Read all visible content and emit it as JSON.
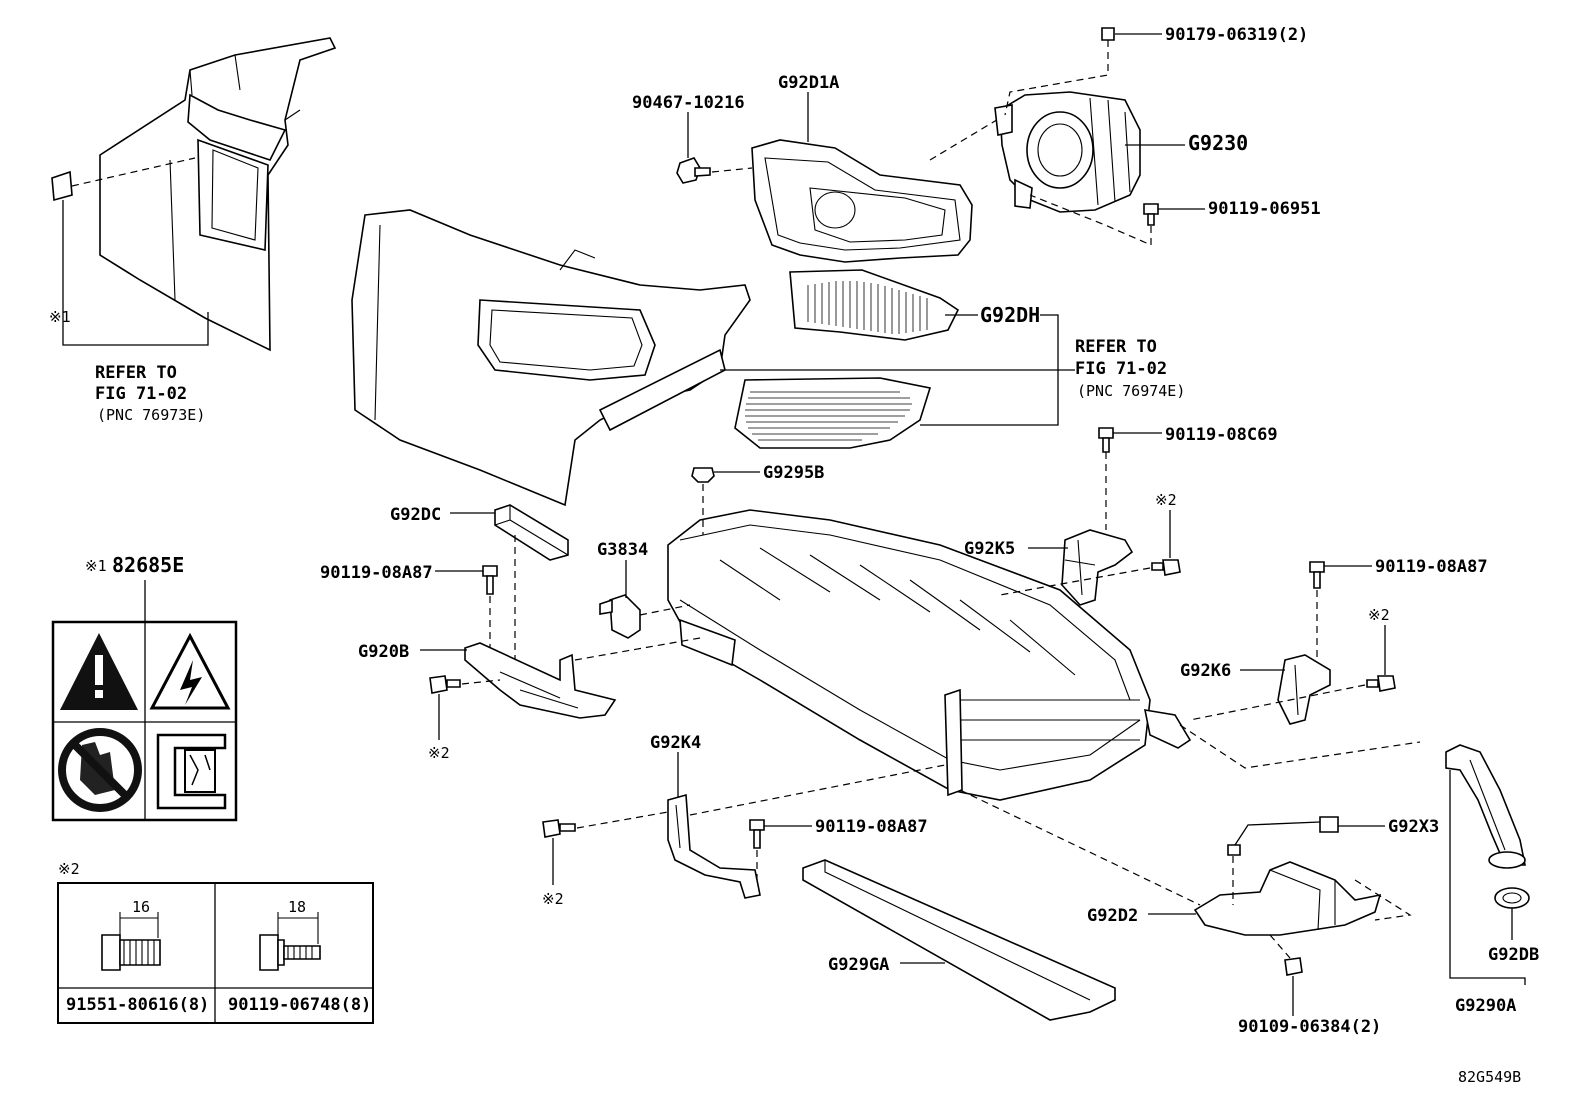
{
  "diagram_id": "82G549B",
  "labels": {
    "p90179": "90179-06319(2)",
    "g92d1a": "G92D1A",
    "p90467": "90467-10216",
    "g9230": "G9230",
    "p90119_06951": "90119-06951",
    "g92dh": "G92DH",
    "p90119_08c69": "90119-08C69",
    "g9295b": "G9295B",
    "g92dc": "G92DC",
    "g3834": "G3834",
    "g92k5": "G92K5",
    "p90119_08a87_left": "90119-08A87",
    "p90119_08a87_right": "90119-08A87",
    "p90119_08a87_mid": "90119-08A87",
    "g920b": "G920B",
    "g92k6": "G92K6",
    "g92k4": "G92K4",
    "g92x3": "G92X3",
    "g92d2": "G92D2",
    "g929ga": "G929GA",
    "g92db": "G92DB",
    "g9290a": "G9290A",
    "p90109": "90109-06384(2)"
  },
  "marks": {
    "note1": "※1",
    "note2": "※2"
  },
  "references": {
    "left": {
      "line1": "REFER TO",
      "line2": "FIG 71-02",
      "line3": "(PNC 76973E)"
    },
    "right": {
      "line1": "REFER TO",
      "line2": "FIG 71-02",
      "line3": "(PNC 76974E)"
    }
  },
  "warning_label": {
    "note": "※1",
    "part": "82685E"
  },
  "bolt_table": {
    "note": "※2",
    "cols": [
      {
        "dim": "16",
        "part": "91551-80616(8)"
      },
      {
        "dim": "18",
        "part": "90119-06748(8)"
      }
    ]
  }
}
